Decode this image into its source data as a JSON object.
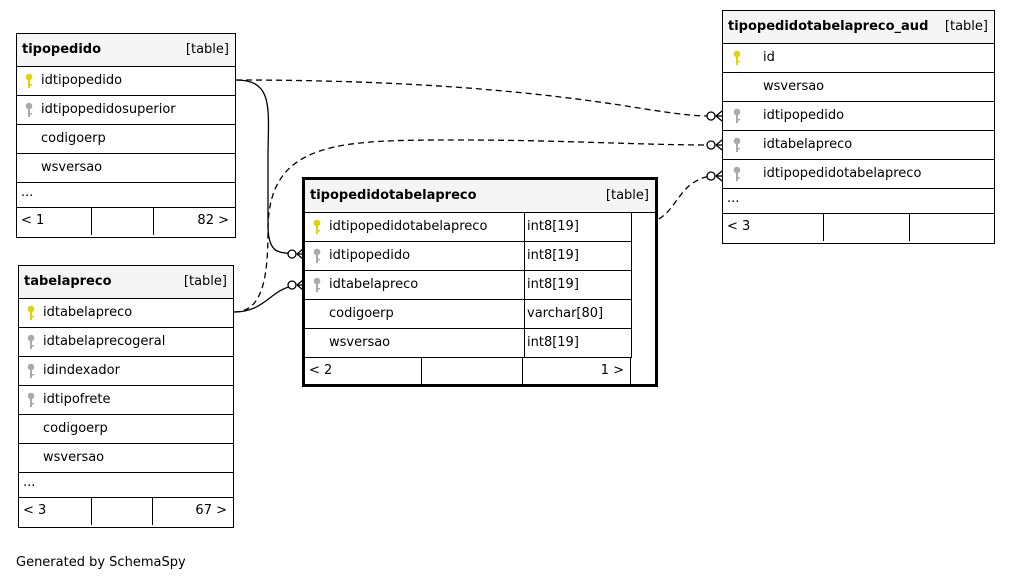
{
  "tables": {
    "tipopedido": {
      "name": "tipopedido",
      "kind": "[table]",
      "columns": [
        {
          "name": "idtipopedido",
          "key": "primary"
        },
        {
          "name": "idtipopedidosuperior",
          "key": "foreign"
        },
        {
          "name": "codigoerp",
          "key": "none"
        },
        {
          "name": "wsversao",
          "key": "none"
        }
      ],
      "more": "...",
      "footer": {
        "parents": "< 1",
        "children": "82 >"
      }
    },
    "tabelapreco": {
      "name": "tabelapreco",
      "kind": "[table]",
      "columns": [
        {
          "name": "idtabelapreco",
          "key": "primary"
        },
        {
          "name": "idtabelaprecogeral",
          "key": "foreign"
        },
        {
          "name": "idindexador",
          "key": "foreign"
        },
        {
          "name": "idtipofrete",
          "key": "foreign"
        },
        {
          "name": "codigoerp",
          "key": "none"
        },
        {
          "name": "wsversao",
          "key": "none"
        }
      ],
      "more": "...",
      "footer": {
        "parents": "< 3",
        "children": "67 >"
      }
    },
    "tipopedidotabelapreco": {
      "name": "tipopedidotabelapreco",
      "kind": "[table]",
      "columns": [
        {
          "name": "idtipopedidotabelapreco",
          "type": "int8[19]",
          "key": "primary"
        },
        {
          "name": "idtipopedido",
          "type": "int8[19]",
          "key": "foreign"
        },
        {
          "name": "idtabelapreco",
          "type": "int8[19]",
          "key": "foreign"
        },
        {
          "name": "codigoerp",
          "type": "varchar[80]",
          "key": "none"
        },
        {
          "name": "wsversao",
          "type": "int8[19]",
          "key": "none"
        }
      ],
      "footer": {
        "parents": "< 2",
        "children": "1 >"
      }
    },
    "tipopedidotabelapreco_aud": {
      "name": "tipopedidotabelapreco_aud",
      "kind": "[table]",
      "columns": [
        {
          "name": "id",
          "key": "primary"
        },
        {
          "name": "wsversao",
          "key": "none"
        },
        {
          "name": "idtipopedido",
          "key": "foreign"
        },
        {
          "name": "idtabelapreco",
          "key": "foreign"
        },
        {
          "name": "idtipopedidotabelapreco",
          "key": "foreign"
        }
      ],
      "more": "...",
      "footer": {
        "parents": "< 3",
        "children": ""
      }
    }
  },
  "credit": "Generated by SchemaSpy",
  "colors": {
    "primary_key": "#e6d200",
    "foreign_key": "#aaaaaa",
    "header_bg": "#f5f5f5",
    "line": "#000000"
  }
}
